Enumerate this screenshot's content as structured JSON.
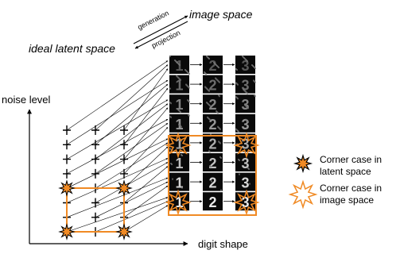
{
  "top": {
    "generation_label": "generation",
    "projection_label": "projection",
    "image_space_label": "image space",
    "ideal_latent_space_label": "ideal latent space"
  },
  "axes": {
    "y_label": "noise level",
    "x_label": "digit shape"
  },
  "legend": {
    "latent_line1": "Corner case in",
    "latent_line2": "latent space",
    "image_line1": "Corner case in",
    "image_line2": "image space"
  },
  "grid": {
    "columns": 3,
    "rows": 8,
    "digits": [
      "1",
      "2",
      "3"
    ]
  },
  "colors": {
    "orange": "#f08a24",
    "black": "#000000",
    "tile_dark": "#0a0a0a"
  }
}
